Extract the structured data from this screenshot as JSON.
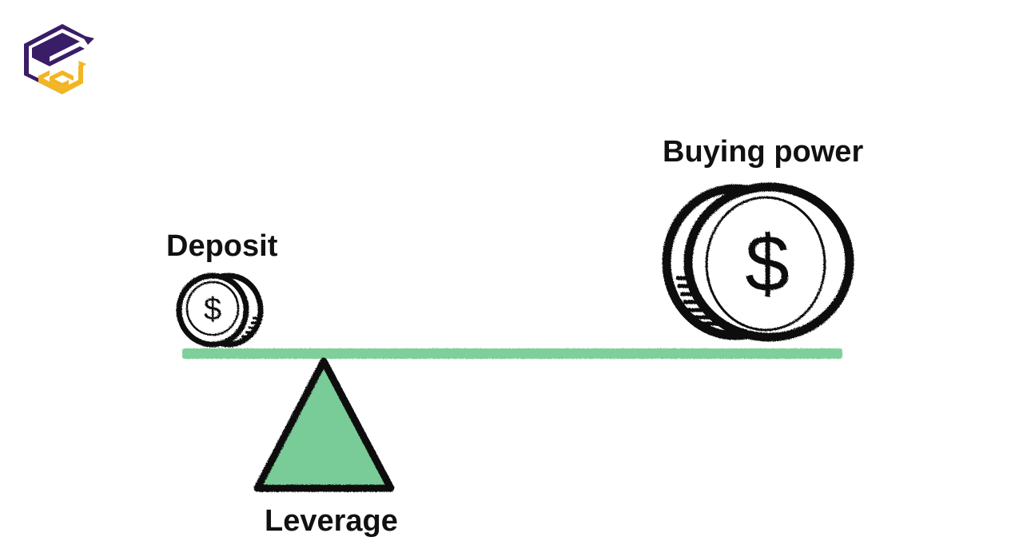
{
  "diagram": {
    "labels": {
      "deposit": "Deposit",
      "buying_power": "Buying power",
      "leverage": "Leverage"
    },
    "coin_symbol": "$",
    "icons": {
      "logo": "brand-logo-icon",
      "small_coin": "small-dollar-coin-icon",
      "large_coin": "large-dollar-coin-icon",
      "fulcrum": "triangle-fulcrum-icon"
    },
    "colors": {
      "beam": "#7ecf9a",
      "fulcrum_fill": "#79cc97",
      "ink": "#111111",
      "logo_purple": "#3a1d67",
      "logo_yellow": "#f2b623"
    }
  }
}
